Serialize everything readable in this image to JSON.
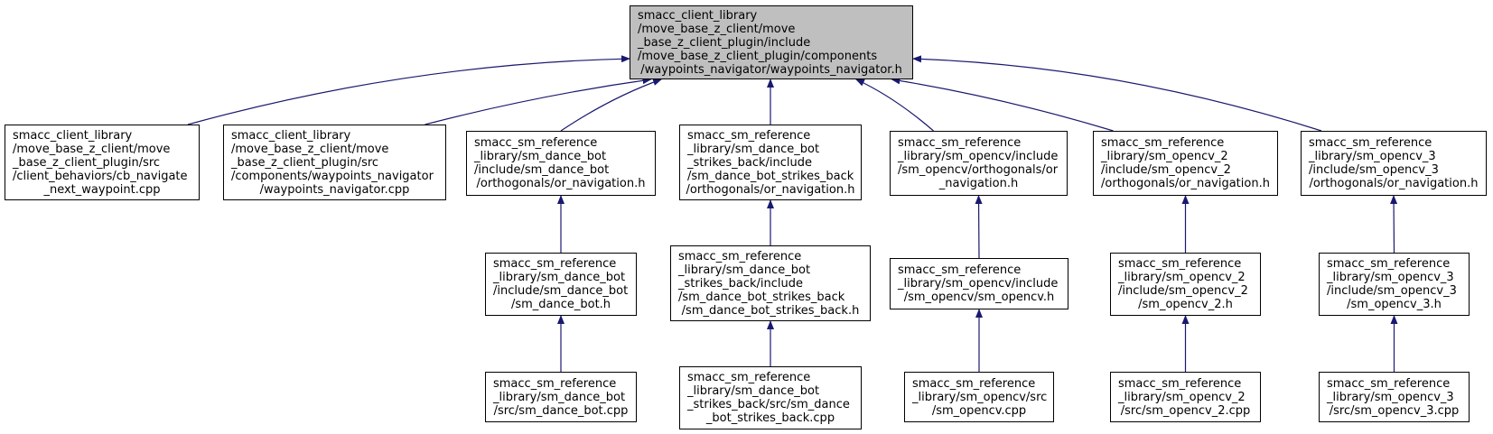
{
  "colors": {
    "edge": "#191970",
    "root_fill": "#bfbfbf",
    "node_fill": "#ffffff",
    "border": "#000000"
  },
  "nodes": {
    "root": [
      "smacc_client_library",
      "/move_base_z_client/move",
      "_base_z_client_plugin/include",
      "/move_base_z_client_plugin/components",
      "/waypoints_navigator/waypoints_navigator.h"
    ],
    "cb_navigate": [
      "smacc_client_library",
      "/move_base_z_client/move",
      "_base_z_client_plugin/src",
      "/client_behaviors/cb_navigate",
      "_next_waypoint.cpp"
    ],
    "waypoints_cpp": [
      "smacc_client_library",
      "/move_base_z_client/move",
      "_base_z_client_plugin/src",
      "/components/waypoints_navigator",
      "/waypoints_navigator.cpp"
    ],
    "dance_or_nav": [
      "smacc_sm_reference",
      "_library/sm_dance_bot",
      "/include/sm_dance_bot",
      "/orthogonals/or_navigation.h"
    ],
    "strikes_or_nav": [
      "smacc_sm_reference",
      "_library/sm_dance_bot",
      "_strikes_back/include",
      "/sm_dance_bot_strikes_back",
      "/orthogonals/or_navigation.h"
    ],
    "opencv_or_nav": [
      "smacc_sm_reference",
      "_library/sm_opencv/include",
      "/sm_opencv/orthogonals/or",
      "_navigation.h"
    ],
    "opencv2_or_nav": [
      "smacc_sm_reference",
      "_library/sm_opencv_2",
      "/include/sm_opencv_2",
      "/orthogonals/or_navigation.h"
    ],
    "opencv3_or_nav": [
      "smacc_sm_reference",
      "_library/sm_opencv_3",
      "/include/sm_opencv_3",
      "/orthogonals/or_navigation.h"
    ],
    "dance_h": [
      "smacc_sm_reference",
      "_library/sm_dance_bot",
      "/include/sm_dance_bot",
      "/sm_dance_bot.h"
    ],
    "strikes_h": [
      "smacc_sm_reference",
      "_library/sm_dance_bot",
      "_strikes_back/include",
      "/sm_dance_bot_strikes_back",
      "/sm_dance_bot_strikes_back.h"
    ],
    "opencv_h": [
      "smacc_sm_reference",
      "_library/sm_opencv/include",
      "/sm_opencv/sm_opencv.h"
    ],
    "opencv2_h": [
      "smacc_sm_reference",
      "_library/sm_opencv_2",
      "/include/sm_opencv_2",
      "/sm_opencv_2.h"
    ],
    "opencv3_h": [
      "smacc_sm_reference",
      "_library/sm_opencv_3",
      "/include/sm_opencv_3",
      "/sm_opencv_3.h"
    ],
    "dance_cpp": [
      "smacc_sm_reference",
      "_library/sm_dance_bot",
      "/src/sm_dance_bot.cpp"
    ],
    "strikes_cpp": [
      "smacc_sm_reference",
      "_library/sm_dance_bot",
      "_strikes_back/src/sm_dance",
      "_bot_strikes_back.cpp"
    ],
    "opencv_cpp": [
      "smacc_sm_reference",
      "_library/sm_opencv/src",
      "/sm_opencv.cpp"
    ],
    "opencv2_cpp": [
      "smacc_sm_reference",
      "_library/sm_opencv_2",
      "/src/sm_opencv_2.cpp"
    ],
    "opencv3_cpp": [
      "smacc_sm_reference",
      "_library/sm_opencv_3",
      "/src/sm_opencv_3.cpp"
    ]
  },
  "edges": [
    [
      "cb_navigate",
      "root"
    ],
    [
      "waypoints_cpp",
      "root"
    ],
    [
      "dance_or_nav",
      "root"
    ],
    [
      "strikes_or_nav",
      "root"
    ],
    [
      "opencv_or_nav",
      "root"
    ],
    [
      "opencv2_or_nav",
      "root"
    ],
    [
      "opencv3_or_nav",
      "root"
    ],
    [
      "dance_h",
      "dance_or_nav"
    ],
    [
      "strikes_h",
      "strikes_or_nav"
    ],
    [
      "opencv_h",
      "opencv_or_nav"
    ],
    [
      "opencv2_h",
      "opencv2_or_nav"
    ],
    [
      "opencv3_h",
      "opencv3_or_nav"
    ],
    [
      "dance_cpp",
      "dance_h"
    ],
    [
      "strikes_cpp",
      "strikes_h"
    ],
    [
      "opencv_cpp",
      "opencv_h"
    ],
    [
      "opencv2_cpp",
      "opencv2_h"
    ],
    [
      "opencv3_cpp",
      "opencv3_h"
    ]
  ]
}
